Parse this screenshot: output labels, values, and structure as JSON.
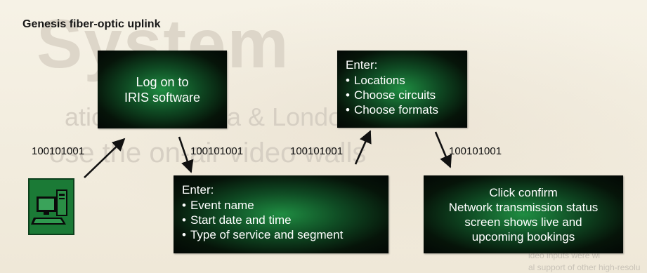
{
  "title": "Genesis fiber-optic uplink",
  "background_text": {
    "big": "System",
    "line1": "ational's Atlanta & London  es",
    "line2": "ose the on-air video walls",
    "small1": "ideo inputs were wi",
    "small2": "al support of other high-resolu"
  },
  "boxes": {
    "login": {
      "line1": "Log on to",
      "line2": "IRIS software"
    },
    "locations": {
      "heading": "Enter:",
      "items": [
        "Locations",
        "Choose circuits",
        "Choose formats"
      ]
    },
    "event": {
      "heading": "Enter:",
      "items": [
        "Event name",
        "Start date and time",
        "Type of service and segment"
      ]
    },
    "confirm": {
      "lines": [
        "Click confirm",
        "Network transmission status",
        "screen shows live and",
        "upcoming bookings"
      ]
    }
  },
  "binary_labels": [
    "100101001",
    "100101001",
    "100101001",
    "100101001"
  ],
  "icons": {
    "computer": "computer-icon"
  },
  "colors": {
    "box_dark": "#061409",
    "box_glow": "#1f8d42",
    "text": "#ffffff",
    "arrow": "#111111"
  }
}
